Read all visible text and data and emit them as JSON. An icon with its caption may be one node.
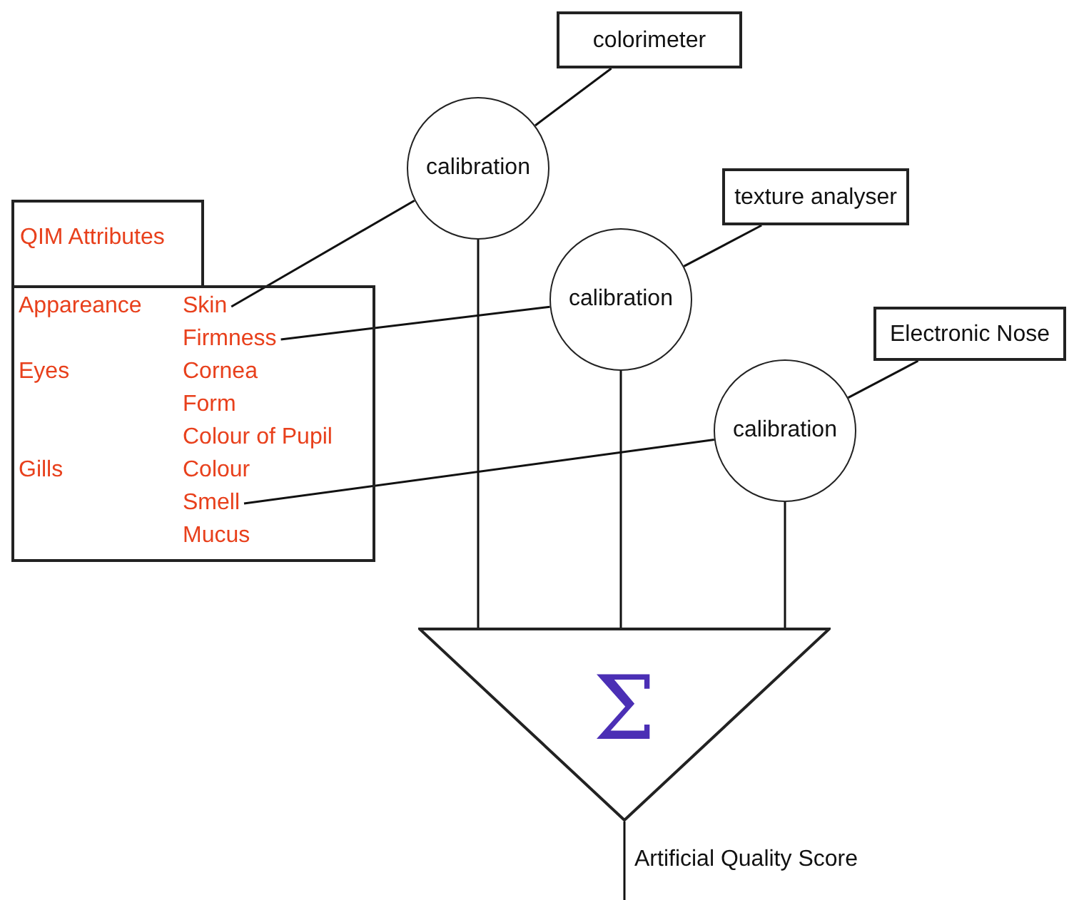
{
  "diagram": {
    "nodes": [
      {
        "text": [
          "colorimeter"
        ]
      },
      {
        "text": [
          "calibration"
        ]
      },
      {
        "text": [
          "texture analyser"
        ]
      },
      {
        "text": [
          "calibration"
        ]
      },
      {
        "text": [
          "Electronic Nose"
        ]
      },
      {
        "text": [
          "calibration"
        ]
      },
      {
        "text": [
          "QIM Attributes"
        ]
      },
      {
        "text": [
          "Appareance",
          "Eyes",
          "Cornea",
          "Form",
          "Colour of Pupil",
          "Gills",
          "Colour",
          "Mucus"
        ]
      },
      {
        "text": [
          "Skin"
        ],
        "in": 7
      },
      {
        "text": [
          "Firmness"
        ],
        "in": 7
      },
      {
        "text": [
          "Smell"
        ],
        "in": 7
      },
      {
        "text": [
          "Σ"
        ]
      }
    ],
    "edges": [
      {
        "from": 0,
        "to": 1,
        "arrow": "none"
      },
      {
        "from": 1,
        "to": 8,
        "arrow": "none"
      },
      {
        "from": 2,
        "to": 3,
        "arrow": "none"
      },
      {
        "from": 3,
        "to": 9,
        "arrow": "none"
      },
      {
        "from": 4,
        "to": 5,
        "arrow": "none"
      },
      {
        "from": 5,
        "to": 10,
        "arrow": "none"
      },
      {
        "from": 1,
        "to": 11,
        "arrow": "none"
      },
      {
        "from": 3,
        "to": 11,
        "arrow": "none"
      },
      {
        "from": 5,
        "to": 11,
        "arrow": "none"
      },
      {
        "from": 11,
        "to": null,
        "arrow": "none",
        "label": "Artificial Quality Score"
      }
    ]
  }
}
